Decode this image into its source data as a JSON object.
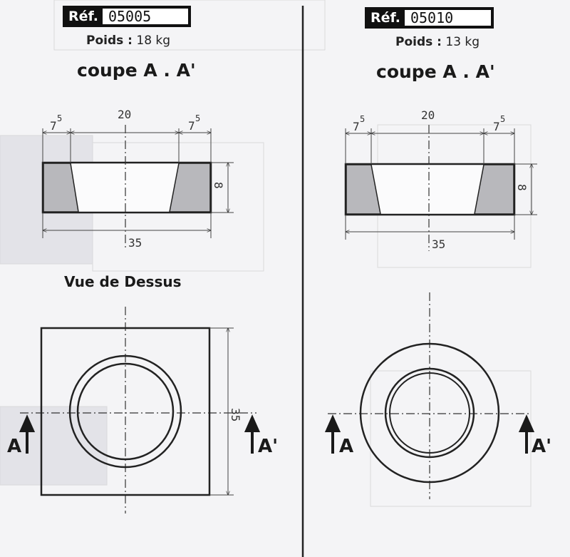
{
  "left_panel": {
    "reference": {
      "label": "Réf.",
      "value": "05005"
    },
    "weight": {
      "label": "Poids :",
      "value": "18 kg"
    },
    "section_title": "coupe A . A'",
    "top_view_title": "Vue de Dessus",
    "section_dims": {
      "side_left": "7",
      "side_left_sup": "5",
      "center": "20",
      "side_right": "7",
      "side_right_sup": "5",
      "height": "8",
      "overall": "35"
    },
    "top_dims": {
      "overall": "35"
    },
    "cut_marks": {
      "left": "A",
      "right": "A'"
    }
  },
  "right_panel": {
    "reference": {
      "label": "Réf.",
      "value": "05010"
    },
    "weight": {
      "label": "Poids :",
      "value": "13 kg"
    },
    "section_title": "coupe A . A'",
    "section_dims": {
      "side_left": "7",
      "side_left_sup": "5",
      "center": "20",
      "side_right": "7",
      "side_right_sup": "5",
      "height": "8",
      "overall": "35"
    },
    "cut_marks": {
      "left": "A",
      "right": "A'"
    }
  }
}
